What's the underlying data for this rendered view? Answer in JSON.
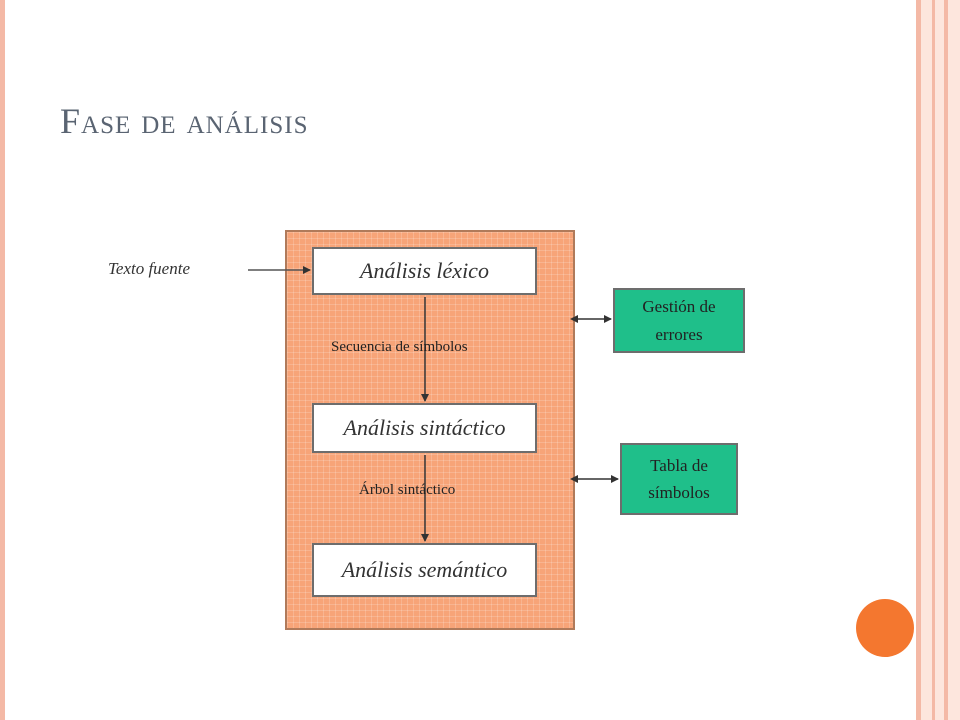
{
  "slide": {
    "title": "Fase de análisis"
  },
  "diagram": {
    "input_label": "Texto fuente",
    "stages": [
      {
        "label": "Análisis léxico"
      },
      {
        "label": "Análisis sintáctico"
      },
      {
        "label": "Análisis semántico"
      }
    ],
    "between": [
      {
        "label": "Secuencia de símbolos"
      },
      {
        "label": "Árbol sintáctico"
      }
    ],
    "side_boxes": [
      {
        "line1": "Gestión de",
        "line2": "errores"
      },
      {
        "line1": "Tabla de",
        "line2": "símbolos"
      }
    ]
  },
  "colors": {
    "frame": "#f4b9a6",
    "main_box": "#f7a478",
    "side_box": "#1fbf8a",
    "accent_circle": "#f4772f",
    "title_text": "#5a6472"
  }
}
